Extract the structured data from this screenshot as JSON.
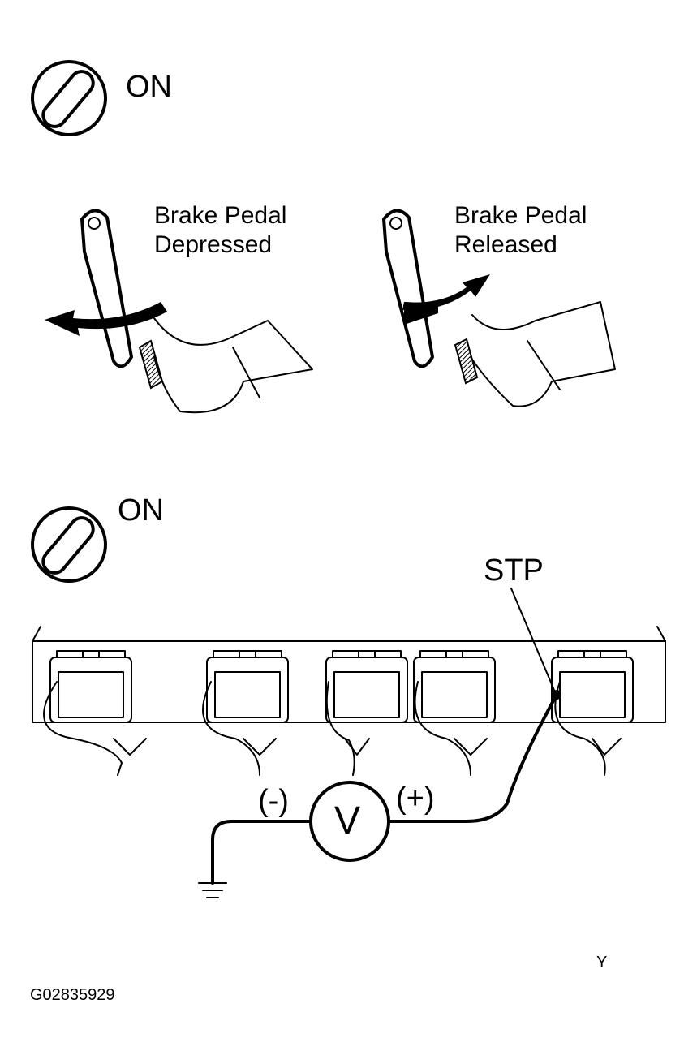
{
  "ignition_top": {
    "label": "ON",
    "icon": "ignition-key-icon"
  },
  "pedal_depressed": {
    "line1": "Brake Pedal",
    "line2": "Depressed",
    "icon": "foot-on-pedal-icon"
  },
  "pedal_released": {
    "line1": "Brake Pedal",
    "line2": "Released",
    "icon": "foot-off-pedal-icon"
  },
  "ignition_bottom": {
    "label": "ON",
    "icon": "ignition-key-icon"
  },
  "ecu": {
    "icon": "ecu-connector-icon",
    "terminal_label": "STP",
    "meter_symbol": "V",
    "negative_label": "(-)",
    "positive_label": "(+)",
    "ground_icon": "ground-symbol-icon"
  },
  "mark": "Y",
  "figure_id": "G02835929"
}
